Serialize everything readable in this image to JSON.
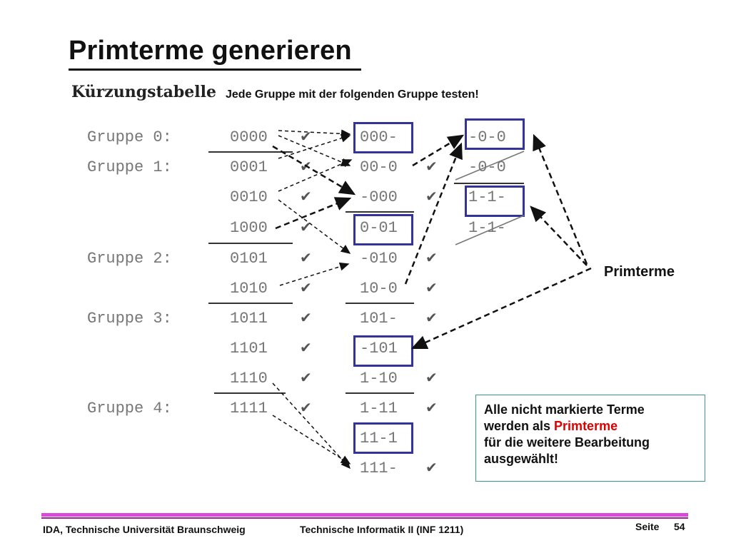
{
  "title": "Primterme generieren",
  "table_heading": "Kürzungstabelle",
  "instruction": "Jede Gruppe mit der folgenden Gruppe testen!",
  "groups": [
    "Gruppe 0:",
    "Gruppe 1:",
    "Gruppe 2:",
    "Gruppe 3:",
    "Gruppe 4:"
  ],
  "check_mark": "✔",
  "col1": [
    "0000",
    "0001",
    "0010",
    "1000",
    "0101",
    "1010",
    "1011",
    "1101",
    "1110",
    "1111"
  ],
  "col2": [
    "000-",
    "00-0",
    "-000",
    "0-01",
    "-010",
    "10-0",
    "101-",
    "-101",
    "1-10",
    "1-11",
    "11-1",
    "111-"
  ],
  "col3": [
    "-0-0",
    "-0-0",
    "1-1-",
    "1-1-"
  ],
  "primterme_label": "Primterme",
  "info": {
    "line1": "Alle nicht markierte Terme",
    "line2_pre": "werden als ",
    "line2_red": "Primterme",
    "line3": "für die weitere Bearbeitung",
    "line4": "ausgewählt!"
  },
  "footer": {
    "left": "IDA, Technische Universität Braunschweig",
    "center": "Technische Informatik II (INF 1211)",
    "page_label": "Seite",
    "page_number": "54"
  },
  "colors": {
    "box": "#33339a",
    "accent": "#d84ad8",
    "primterme": "#e00000"
  }
}
